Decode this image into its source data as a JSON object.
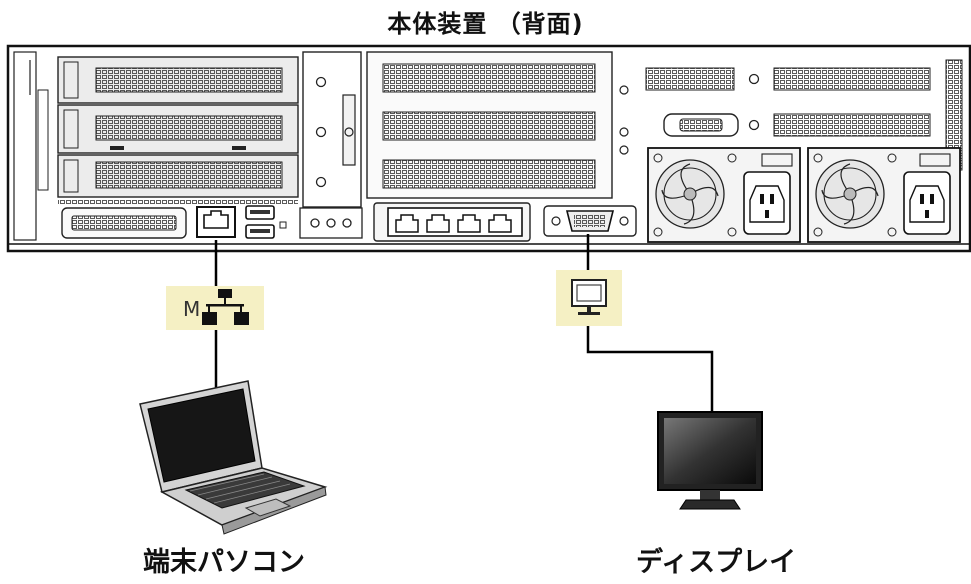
{
  "title": "本体装置 （背面)",
  "management_port_badge": {
    "letter": "M",
    "icon": "network-icon",
    "bg_color": "#f5f0c4"
  },
  "display_port_badge": {
    "icon": "monitor-icon",
    "bg_color": "#f5f0c4"
  },
  "labels": {
    "terminal_pc": "端末パソコン",
    "display": "ディスプレイ"
  }
}
